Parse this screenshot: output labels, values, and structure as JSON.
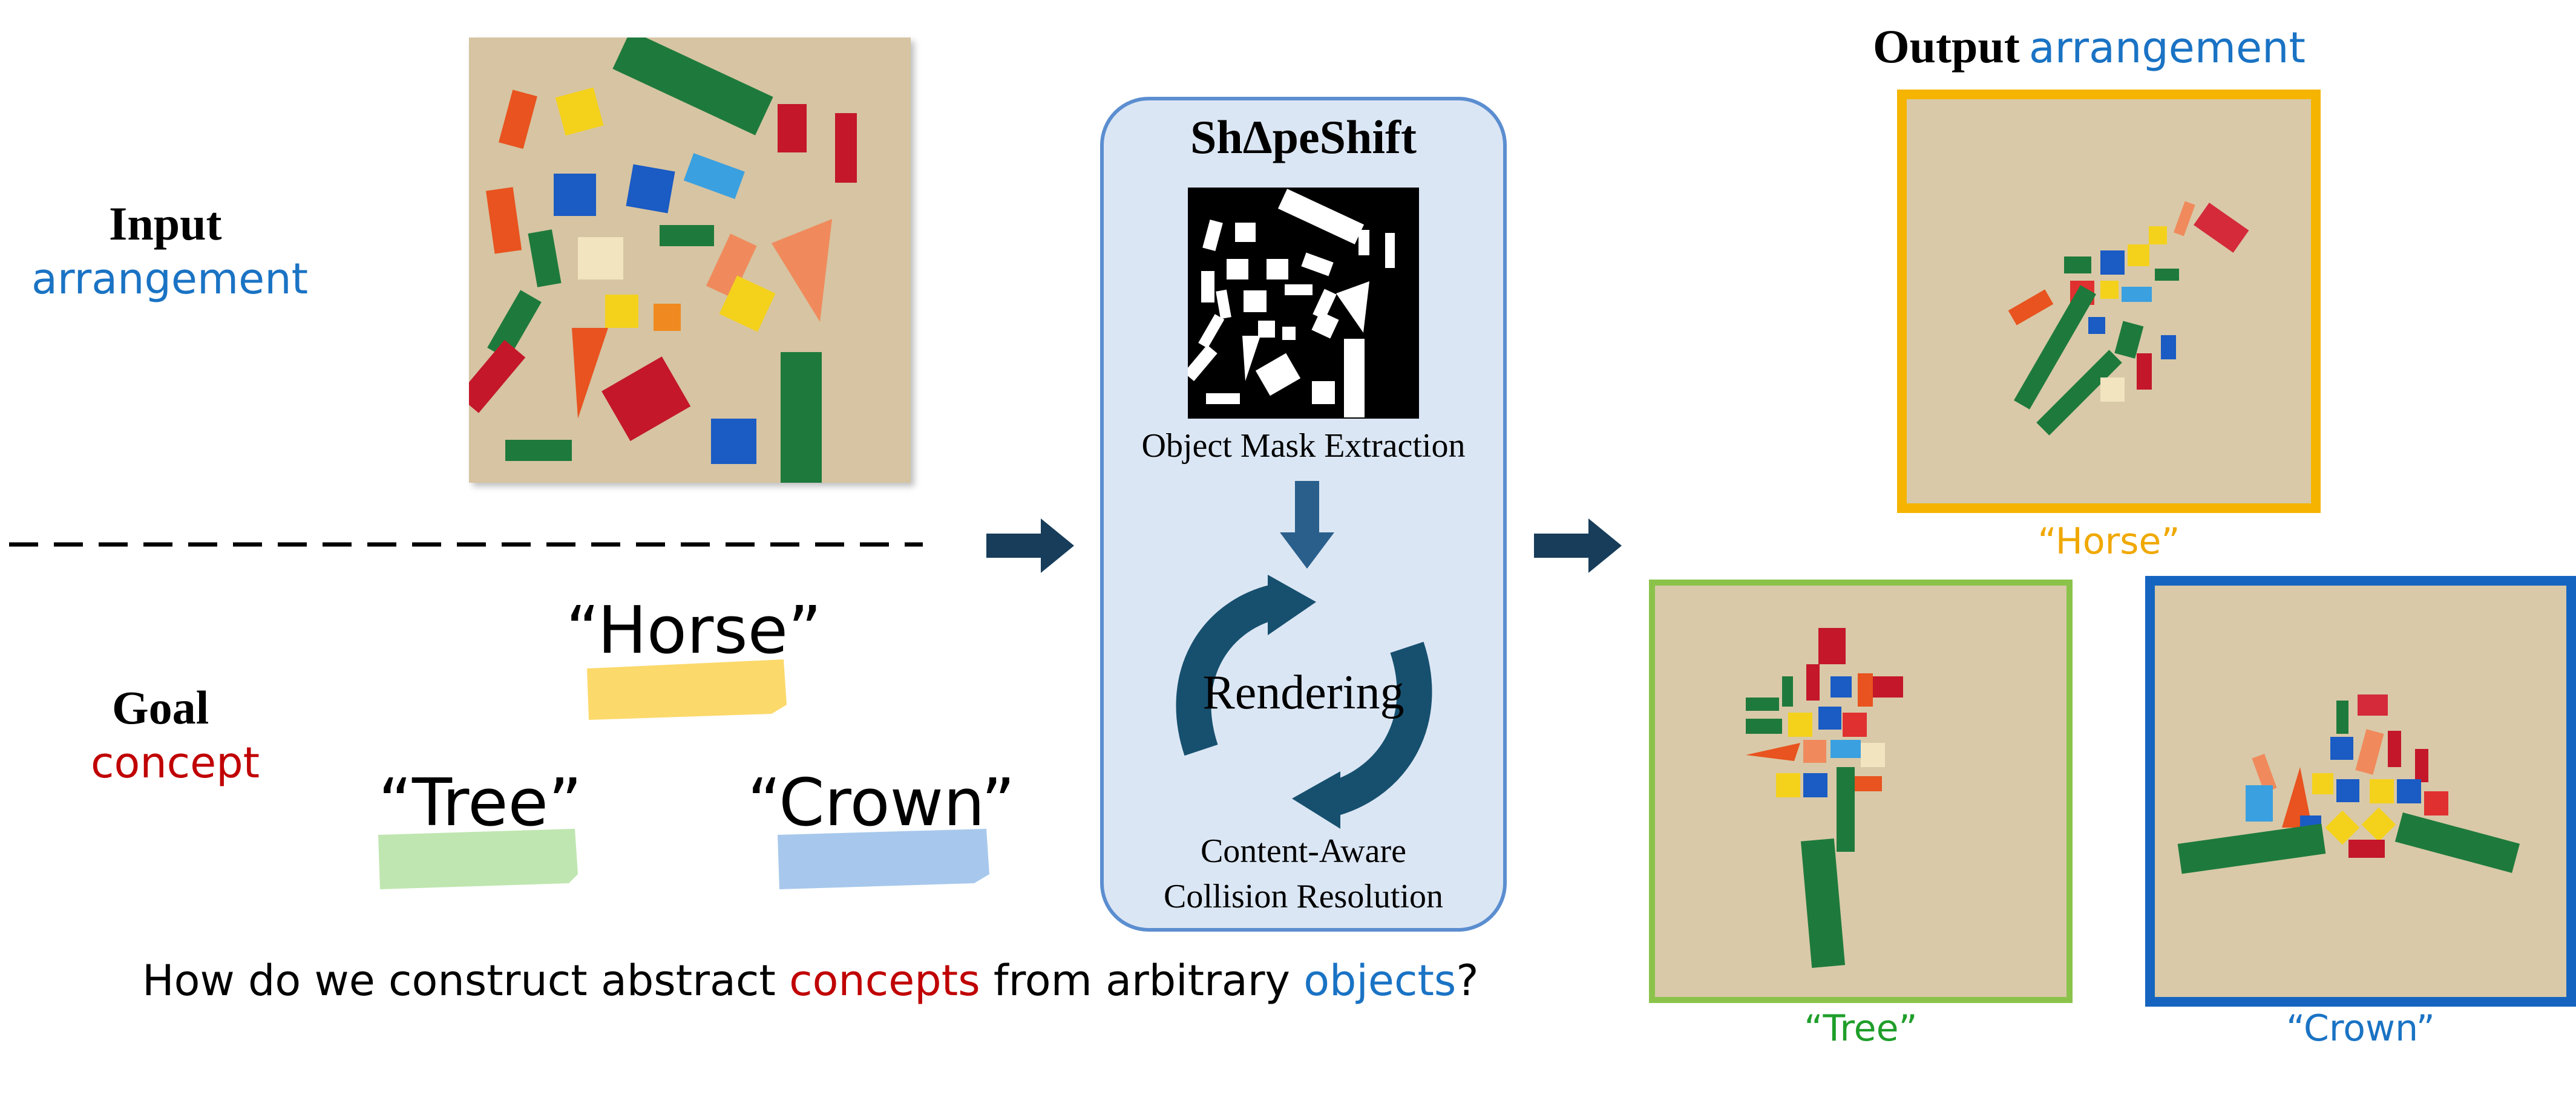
{
  "input_label": {
    "line1": "Input",
    "line2": "arrangement"
  },
  "goal_label": {
    "line1": "Goal",
    "line2": "concept"
  },
  "concept_words": [
    "“Horse”",
    "“Tree”",
    "“Crown”"
  ],
  "question": {
    "part1": "How do we construct abstract ",
    "concepts": "concepts",
    "part2": " from arbitrary ",
    "objects": "objects",
    "part3": "?"
  },
  "pipeline": {
    "title": "ShΔpeShift",
    "mask_caption": "Object Mask Extraction",
    "loop_label": "Rendering",
    "collision_line1": "Content-Aware",
    "collision_line2": "Collision Resolution"
  },
  "output_label": {
    "word1": "Output",
    "word2": "arrangement"
  },
  "outputs": [
    {
      "caption": "“Horse”",
      "color": "#f5b400"
    },
    {
      "caption": "“Tree”",
      "color": "#8bc34a"
    },
    {
      "caption": "“Crown”",
      "color": "#1565c0"
    }
  ],
  "colors": {
    "blue_text": "#1a73c4",
    "red_text": "#c00000",
    "box_fill": "#dbe6f4",
    "box_border": "#5b8ed0",
    "arrow": "#173d5a"
  }
}
